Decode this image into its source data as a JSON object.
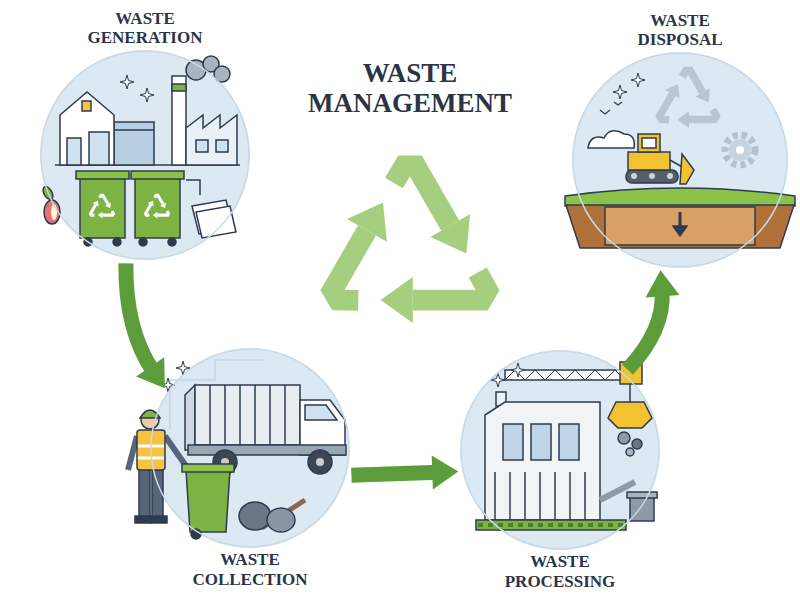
{
  "diagram": {
    "title": "WASTE MANAGEMENT",
    "nodes": [
      {
        "text": [
          "WASTE GENERATION"
        ]
      },
      {
        "text": [
          "WASTE DISPOSAL"
        ]
      },
      {
        "text": [
          "WASTE COLLECTION"
        ]
      },
      {
        "text": [
          "WASTE PROCESSING"
        ]
      }
    ],
    "edges": [
      {
        "from": 0,
        "to": 2,
        "arrow": "to"
      },
      {
        "from": 2,
        "to": 3,
        "arrow": "to"
      },
      {
        "from": 3,
        "to": 1,
        "arrow": "to"
      }
    ]
  }
}
